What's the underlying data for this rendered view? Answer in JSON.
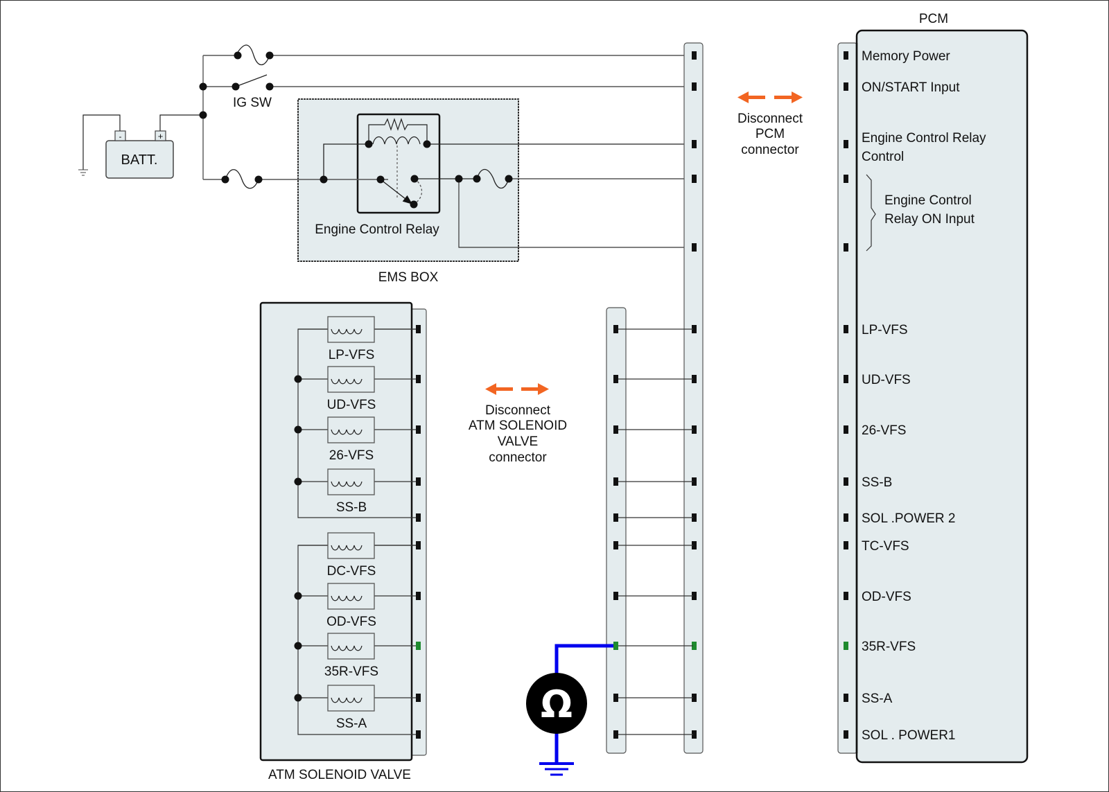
{
  "diagram": {
    "pcm_title": "PCM",
    "battery_label": "BATT.",
    "battery_neg": "-",
    "battery_pos": "+",
    "ig_sw_label": "IG SW",
    "ems_box_label": "EMS BOX",
    "relay_label": "Engine Control Relay",
    "atm_label": "ATM SOLENOID VALVE",
    "disconnect_pcm": [
      "Disconnect",
      "PCM",
      "connector"
    ],
    "disconnect_atm": [
      "Disconnect",
      "ATM SOLENOID",
      "VALVE",
      "connector"
    ],
    "ohmmeter_symbol": "Ω",
    "colors": {
      "panel_fill": "#e4ecee",
      "arrow": "#f26522",
      "highlight_green": "#1e8a2e",
      "probe_blue": "#0000ee"
    },
    "pcm_pins": [
      {
        "label": "Memory Power",
        "highlight": false
      },
      {
        "label": "ON/START Input",
        "highlight": false
      },
      {
        "label": "Engine Control Relay",
        "label2": "Control",
        "highlight": false
      },
      {
        "label": "Engine Control",
        "label2": "Relay ON Input",
        "highlight": false
      },
      {
        "label": "LP-VFS",
        "highlight": false
      },
      {
        "label": "UD-VFS",
        "highlight": false
      },
      {
        "label": "26-VFS",
        "highlight": false
      },
      {
        "label": "SS-B",
        "highlight": false
      },
      {
        "label": "SOL .POWER 2",
        "highlight": false
      },
      {
        "label": "TC-VFS",
        "highlight": false
      },
      {
        "label": "OD-VFS",
        "highlight": false
      },
      {
        "label": "35R-VFS",
        "highlight": true
      },
      {
        "label": "SS-A",
        "highlight": false
      },
      {
        "label": "SOL . POWER1",
        "highlight": false
      }
    ],
    "solenoids": [
      {
        "label": "LP-VFS"
      },
      {
        "label": "UD-VFS"
      },
      {
        "label": "26-VFS"
      },
      {
        "label": "SS-B"
      },
      {
        "label": "DC-VFS"
      },
      {
        "label": "OD-VFS"
      },
      {
        "label": "35R-VFS",
        "highlight": true
      },
      {
        "label": "SS-A"
      }
    ]
  }
}
